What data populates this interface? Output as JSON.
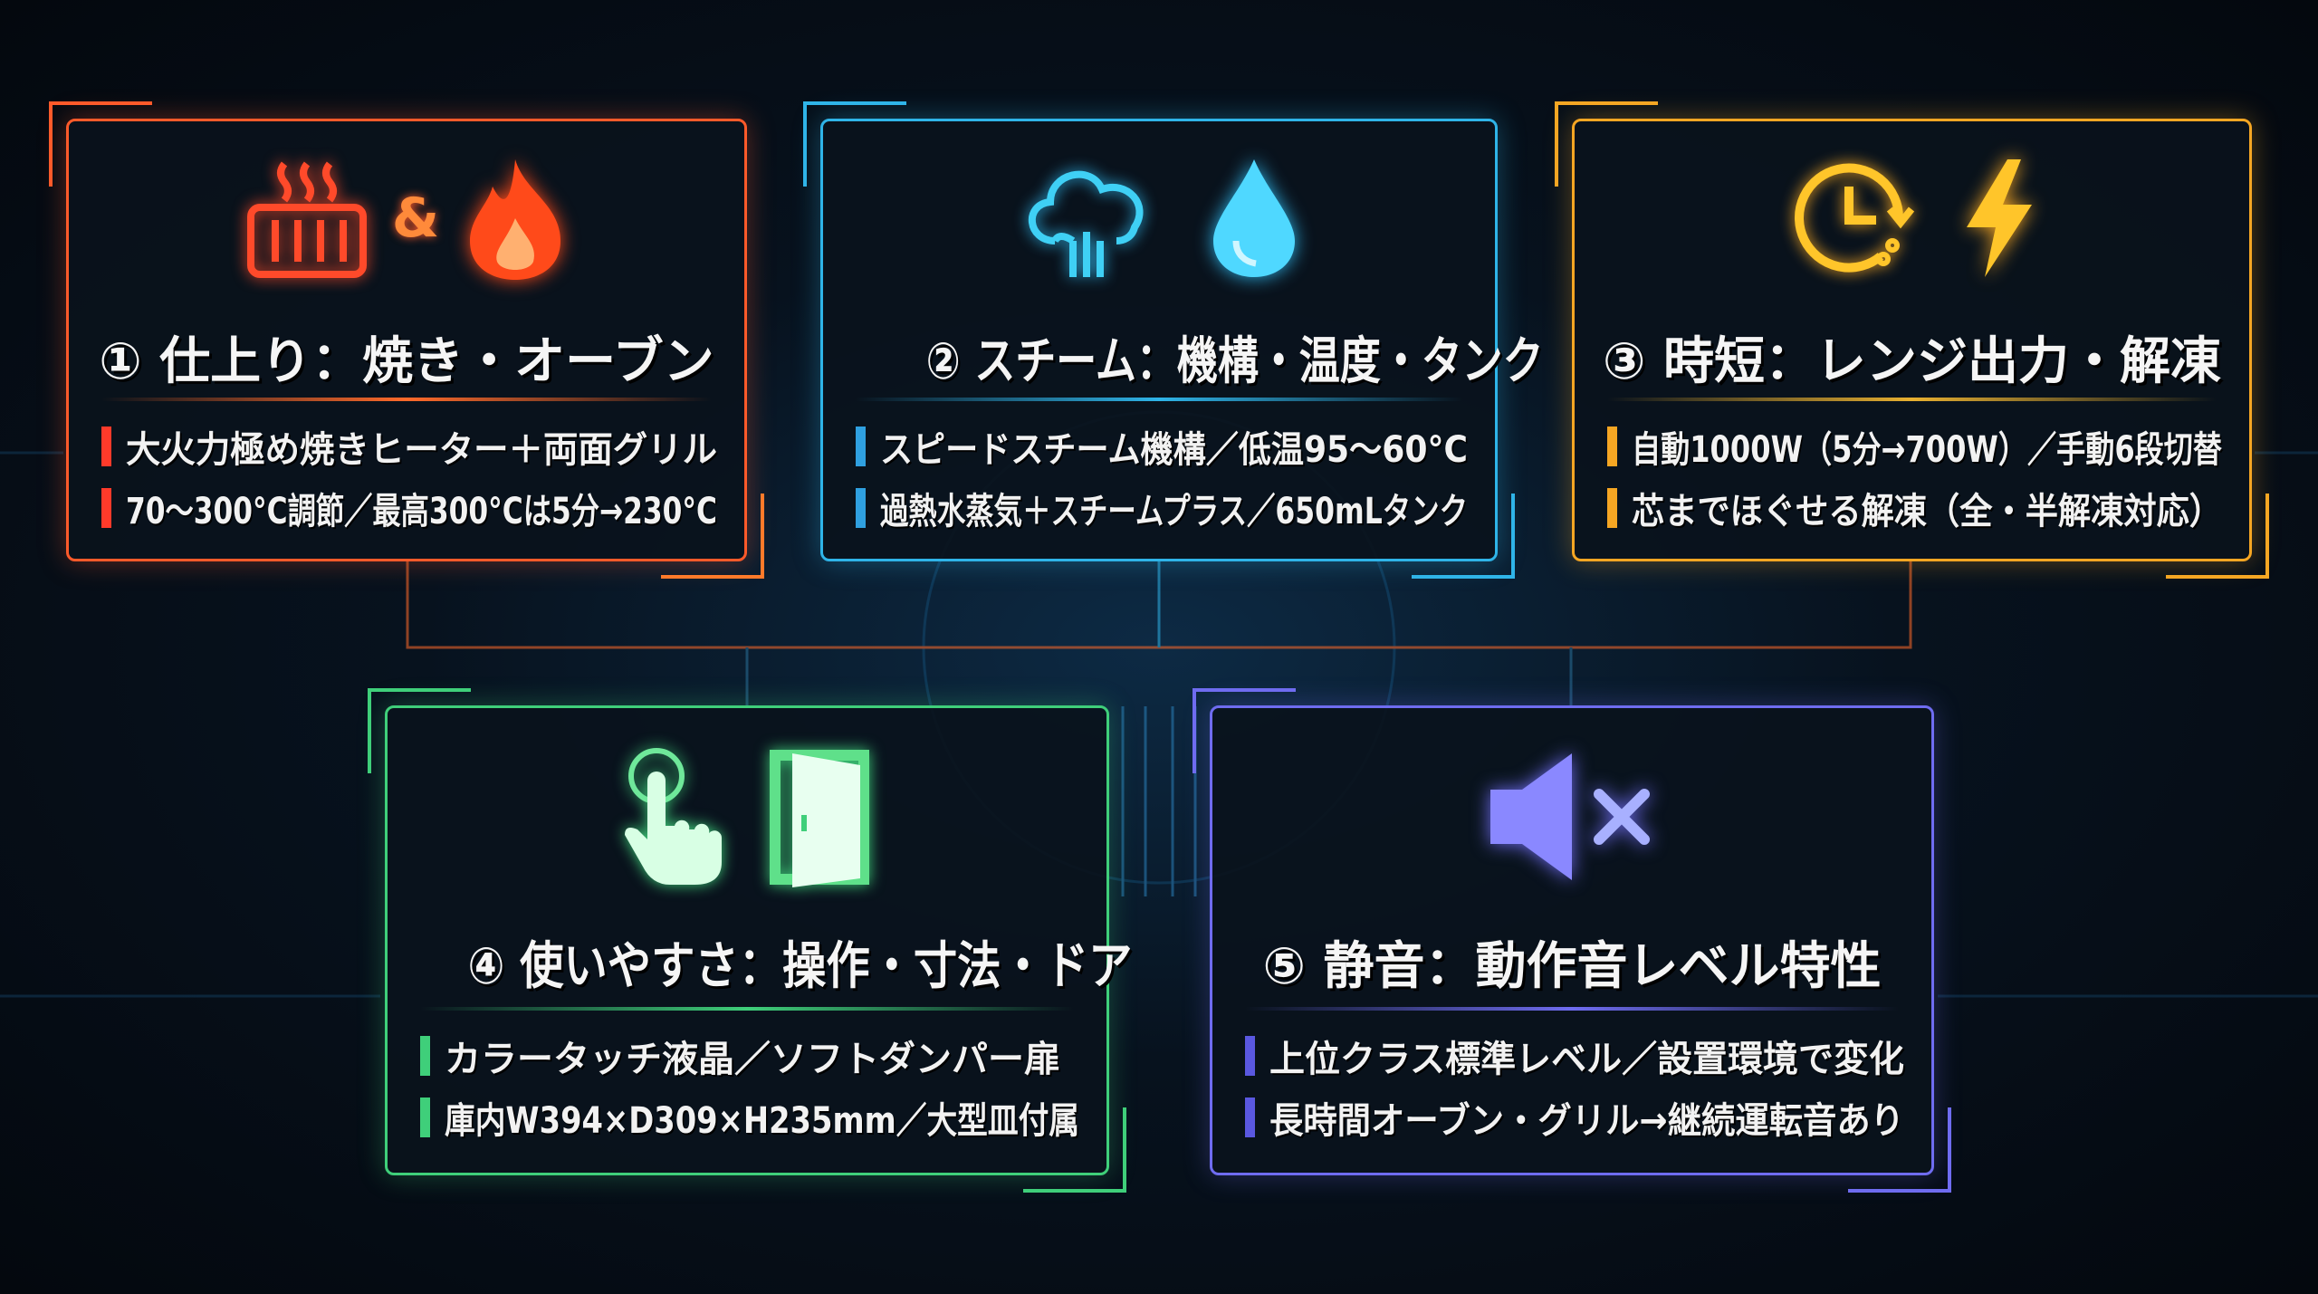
{
  "cards": [
    {
      "title": "① 仕上り：焼き・オーブン",
      "accent": "#ff5a2a",
      "icons": [
        "heater-icon",
        "ampersand",
        "flame-icon"
      ],
      "icon_text": "&",
      "bullets": [
        "大火力極め焼きヒーター＋両面グリル",
        "70〜300°C調節／最高300°Cは5分→230°C"
      ]
    },
    {
      "title": "② スチーム：機構・温度・タンク",
      "accent": "#2fb4e8",
      "icons": [
        "steam-cloud-icon",
        "water-drop-icon"
      ],
      "bullets": [
        "スピードスチーム機構／低温95〜60°C",
        "過熱水蒸気＋スチームプラス／650mLタンク"
      ]
    },
    {
      "title": "③ 時短：レンジ出力・解凍",
      "accent": "#f5a623",
      "icons": [
        "clock-icon",
        "lightning-icon"
      ],
      "bullets": [
        "自動1000W（5分→700W）／手動6段切替",
        "芯までほぐせる解凍（全・半解凍対応）"
      ]
    },
    {
      "title": "④ 使いやすさ：操作・寸法・ドア",
      "accent": "#3fcf7a",
      "icons": [
        "touch-hand-icon",
        "door-icon"
      ],
      "bullets": [
        "カラータッチ液晶／ソフトダンパー扉",
        "庫内W394×D309×H235mm／大型皿付属"
      ]
    },
    {
      "title": "⑤ 静音：動作音レベル特性",
      "accent": "#6f6cf0",
      "icons": [
        "speaker-mute-icon"
      ],
      "bullets": [
        "上位クラス標準レベル／設置環境で変化",
        "長時間オーブン・グリル→継続運転音あり"
      ]
    }
  ]
}
